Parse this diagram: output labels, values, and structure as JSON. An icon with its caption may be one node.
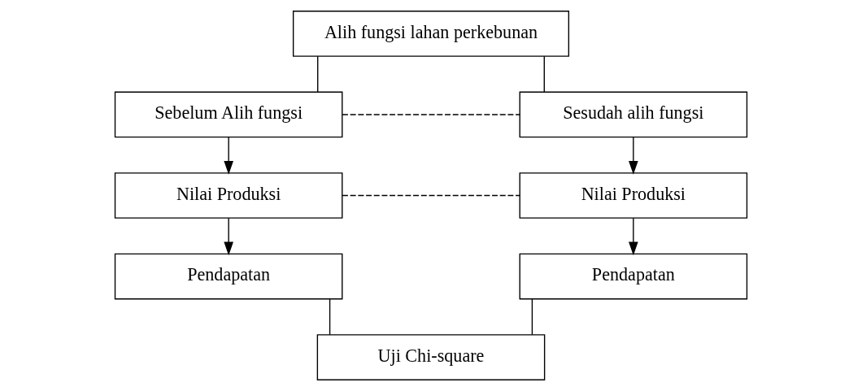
{
  "diagram": {
    "nodes": [
      {
        "text": [
          "Alih fungsi lahan perkebunan"
        ]
      },
      {
        "text": [
          "Sebelum Alih fungsi"
        ]
      },
      {
        "text": [
          "Sesudah alih fungsi"
        ]
      },
      {
        "text": [
          "Nilai Produksi"
        ]
      },
      {
        "text": [
          "Nilai Produksi"
        ]
      },
      {
        "text": [
          "Pendapatan"
        ]
      },
      {
        "text": [
          "Pendapatan"
        ]
      },
      {
        "text": [
          "Uji Chi-square"
        ]
      }
    ],
    "edges": [
      {
        "from": 0,
        "to": 1,
        "arrow": "none"
      },
      {
        "from": 0,
        "to": 2,
        "arrow": "none"
      },
      {
        "from": 1,
        "to": 2,
        "arrow": "none",
        "style": "dashed"
      },
      {
        "from": 1,
        "to": 3,
        "arrow": "to"
      },
      {
        "from": 2,
        "to": 4,
        "arrow": "to"
      },
      {
        "from": 3,
        "to": 4,
        "arrow": "none",
        "style": "dashed"
      },
      {
        "from": 3,
        "to": 5,
        "arrow": "to"
      },
      {
        "from": 4,
        "to": 6,
        "arrow": "to"
      },
      {
        "from": 5,
        "to": 7,
        "arrow": "none"
      },
      {
        "from": 6,
        "to": 7,
        "arrow": "none"
      }
    ]
  }
}
